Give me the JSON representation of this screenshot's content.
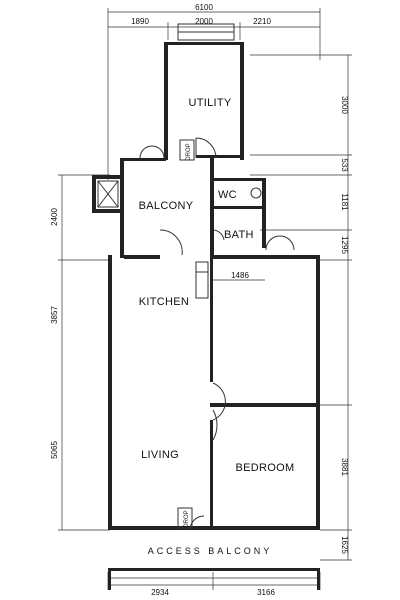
{
  "dimensions": {
    "overall_width": "6100",
    "top_left": "1890",
    "top_mid": "2000",
    "top_right": "2210",
    "right_utility": "3000",
    "right_533": "533",
    "right_1181": "1181",
    "right_1295": "1295",
    "right_bedroom": "3881",
    "right_access": "1625",
    "left_balcony": "2400",
    "left_kitchen": "3857",
    "left_living": "5065",
    "inner_1486": "1486",
    "bottom_left": "2934",
    "bottom_right": "3166"
  },
  "rooms": {
    "utility": "UTILITY",
    "balcony": "BALCONY",
    "wc": "WC",
    "bath": "BATH",
    "kitchen": "KITCHEN",
    "living": "LIVING",
    "bedroom": "BEDROOM"
  },
  "labels": {
    "access_balcony": "ACCESS BALCONY",
    "drop": "DROP"
  }
}
